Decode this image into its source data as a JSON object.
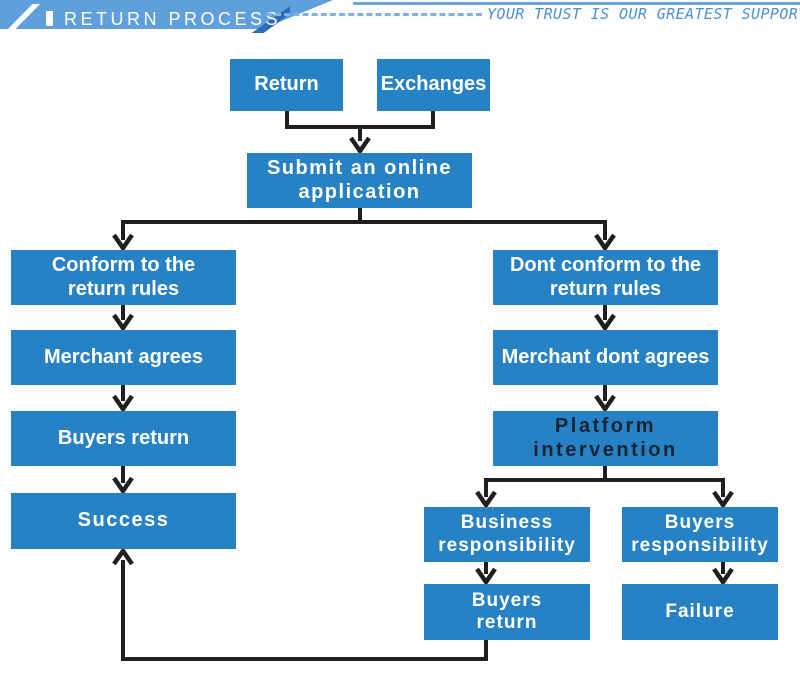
{
  "header": {
    "title": "RETURN PROCESS",
    "tagline": "YOUR TRUST IS OUR GREATEST SUPPORT",
    "colors": {
      "banner_blue": "#5fa0dc",
      "fold_blue": "#2e6cb5",
      "tagline_blue": "#4a90d9",
      "dash_blue": "#7fb2e0"
    }
  },
  "flowchart": {
    "colors": {
      "node_fill": "#2781c5",
      "node_text": "#ffffff",
      "platform_text": "#182433",
      "connector": "#1f1f1f"
    },
    "nodes": [
      {
        "id": "return",
        "label": "Return"
      },
      {
        "id": "exchanges",
        "label": "Exchanges"
      },
      {
        "id": "submit-application",
        "label": "Submit an online\napplication"
      },
      {
        "id": "conform-rules",
        "label": "Conform to the\nreturn rules"
      },
      {
        "id": "merchant-agrees",
        "label": "Merchant agrees"
      },
      {
        "id": "buyers-return-left",
        "label": "Buyers return"
      },
      {
        "id": "success",
        "label": "Success"
      },
      {
        "id": "dont-conform-rules",
        "label": "Dont conform to the\nreturn rules"
      },
      {
        "id": "merchant-dont-agrees",
        "label": "Merchant dont agrees"
      },
      {
        "id": "platform-intervention",
        "label": "Platform\nintervention"
      },
      {
        "id": "business-responsibility",
        "label": "Business\nresponsibility"
      },
      {
        "id": "buyers-responsibility",
        "label": "Buyers\nresponsibility"
      },
      {
        "id": "buyers-return-bottom",
        "label": "Buyers\nreturn"
      },
      {
        "id": "failure",
        "label": "Failure"
      }
    ]
  }
}
